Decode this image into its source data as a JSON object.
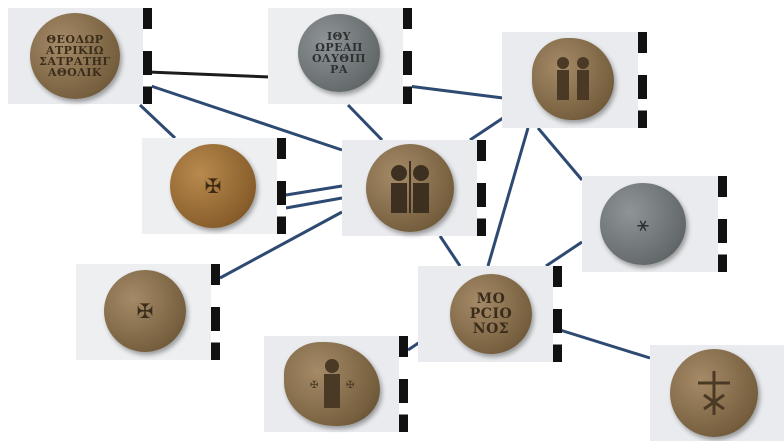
{
  "seals": {
    "inscription_1": "ΘΕΟΔΩΡ\nΑΤΡΙΚΙΩ\nΣΑΤΡΑΤΗΓ\nΑΘΟΛΙΚ",
    "inscription_2": "ΙΘΥ\nΩΡΕΑΠ\nΟΛΥΘΙΠ\nΡΑ",
    "inscription_3": "✠",
    "inscription_4": "✠",
    "inscription_5": "ΜΟ\nΡCΙΟ\nΝΟΣ",
    "inscription_6": "⚹"
  }
}
